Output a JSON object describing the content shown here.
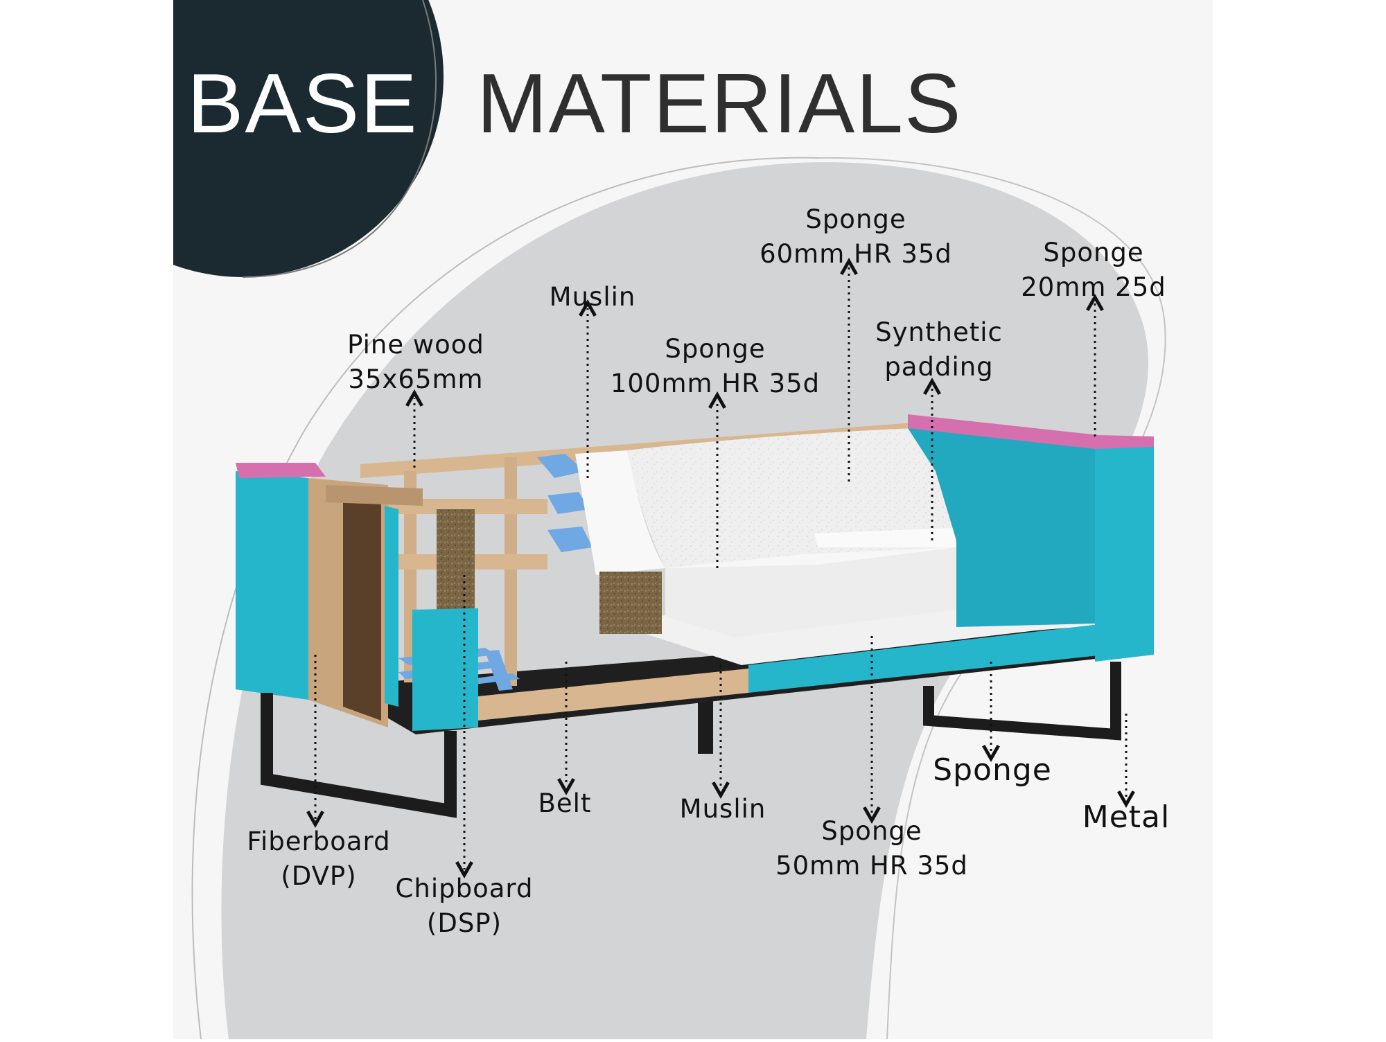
{
  "title": {
    "word1": "BASE",
    "word2": "MATERIALS"
  },
  "colors": {
    "dark_circle": "#1b2a30",
    "title_text": "#2f2f2f",
    "background_blob": "#d3d4d5",
    "page_background": "#f6f6f6",
    "cyan_sponge": "#25b6cc",
    "pink_sponge": "#d56fae",
    "wood": "#d8b690",
    "chipboard": "#7d6a48",
    "fiberboard": "#5a4028",
    "white_sponge": "#f3f3f3",
    "belt": "#6fa8e3",
    "metal": "#1c1c1c"
  },
  "labels": {
    "pine_wood": {
      "line1": "Pine wood",
      "line2": "35x65mm"
    },
    "muslin_top": {
      "line1": "Muslin"
    },
    "sponge_100": {
      "line1": "Sponge",
      "line2": "100mm HR 35d"
    },
    "sponge_60": {
      "line1": "Sponge",
      "line2": "60mm HR 35d"
    },
    "synthetic_padding": {
      "line1": "Synthetic",
      "line2": "padding"
    },
    "sponge_20": {
      "line1": "Sponge",
      "line2": "20mm 25d"
    },
    "fiberboard": {
      "line1": "Fiberboard",
      "line2": "(DVP)"
    },
    "chipboard": {
      "line1": "Chipboard",
      "line2": "(DSP)"
    },
    "belt": {
      "line1": "Belt"
    },
    "muslin_bottom": {
      "line1": "Muslin"
    },
    "sponge_50": {
      "line1": "Sponge",
      "line2": "50mm HR 35d"
    },
    "sponge_plain": {
      "line1": "Sponge"
    },
    "metal": {
      "line1": "Metal"
    }
  }
}
